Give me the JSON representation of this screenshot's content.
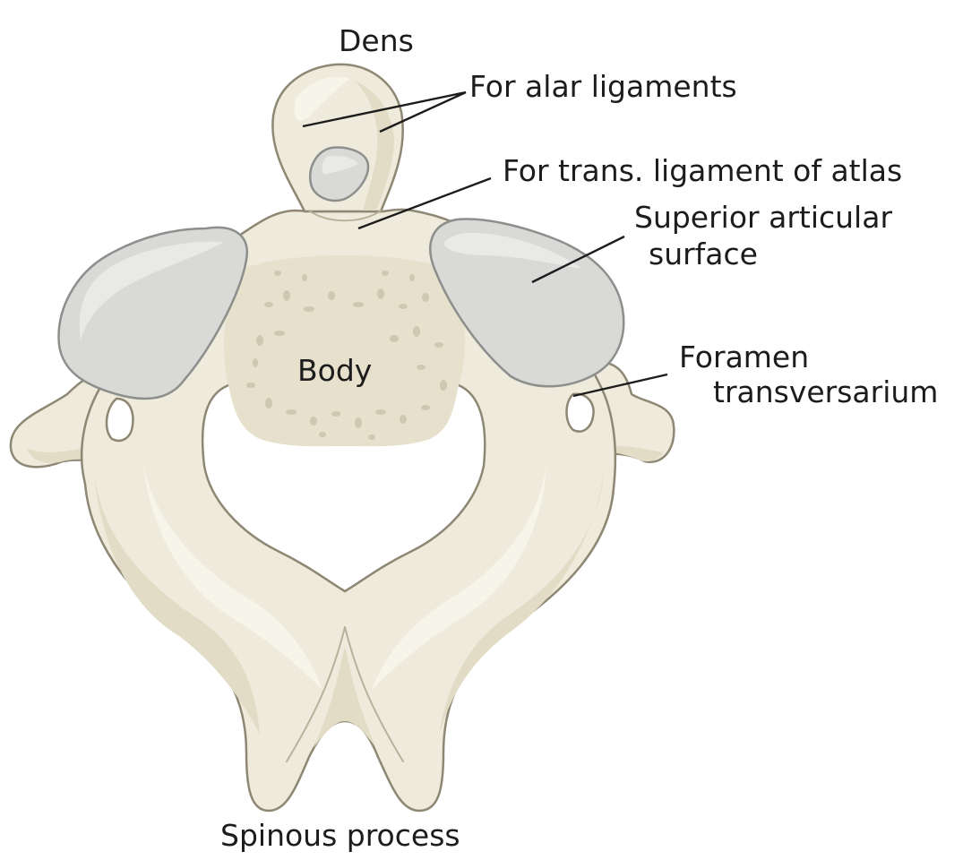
{
  "labels": {
    "dens": "Dens",
    "alar": "For alar ligaments",
    "trans": "For trans. ligament of atlas",
    "superior_line1": "Superior articular",
    "superior_line2": "surface",
    "foramen_line1": "Foramen",
    "foramen_line2": "transversarium",
    "body": "Body",
    "spinous": "Spinous process"
  },
  "colors": {
    "bone": "#efebdc",
    "bone_outline": "#8d8774",
    "articular_surface": "#d9dad8",
    "text": "#1c1c1c"
  }
}
